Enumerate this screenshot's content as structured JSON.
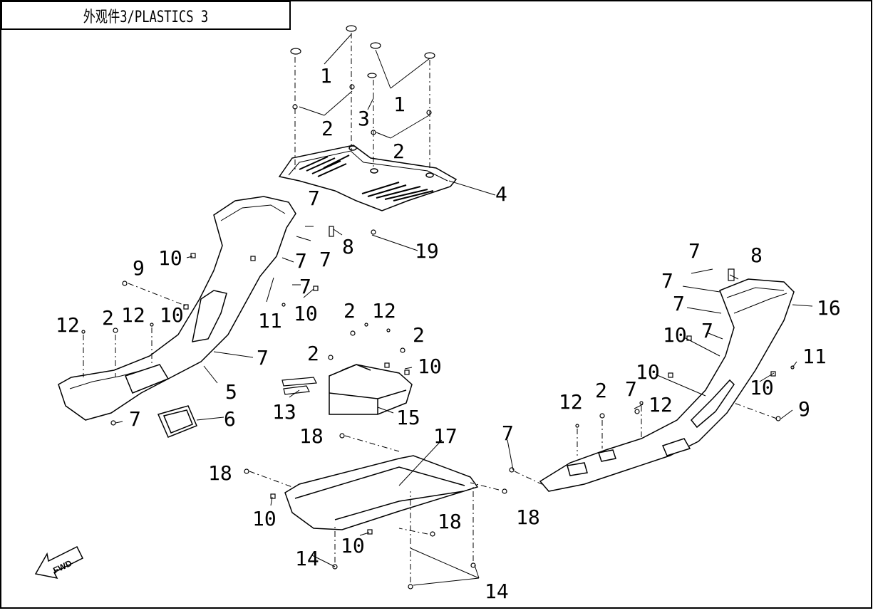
{
  "title": "外观件3/PLASTICS 3",
  "fwd_label": "FWD",
  "callouts": {
    "c1a": "1",
    "c1b": "1",
    "c2a": "2",
    "c2b": "2",
    "c2c": "2",
    "c2d": "2",
    "c2e": "2",
    "c2f": "2",
    "c2g": "2",
    "c3": "3",
    "c4": "4",
    "c5": "5",
    "c6": "6",
    "c7a": "7",
    "c7b": "7",
    "c7c": "7",
    "c7d": "7",
    "c7e": "7",
    "c7f": "7",
    "c7g": "7",
    "c7h": "7",
    "c7i": "7",
    "c7j": "7",
    "c7k": "7",
    "c8a": "8",
    "c8b": "8",
    "c9a": "9",
    "c9b": "9",
    "c10a": "10",
    "c10b": "10",
    "c10c": "10",
    "c10d": "10",
    "c10e": "10",
    "c10f": "10",
    "c10g": "10",
    "c10h": "10",
    "c10i": "10",
    "c11a": "11",
    "c11b": "11",
    "c12a": "12",
    "c12b": "12",
    "c12c": "12",
    "c12d": "12",
    "c12e": "12",
    "c13": "13",
    "c14a": "14",
    "c14b": "14",
    "c15": "15",
    "c16": "16",
    "c17": "17",
    "c18a": "18",
    "c18b": "18",
    "c18c": "18",
    "c18d": "18",
    "c19": "19"
  }
}
